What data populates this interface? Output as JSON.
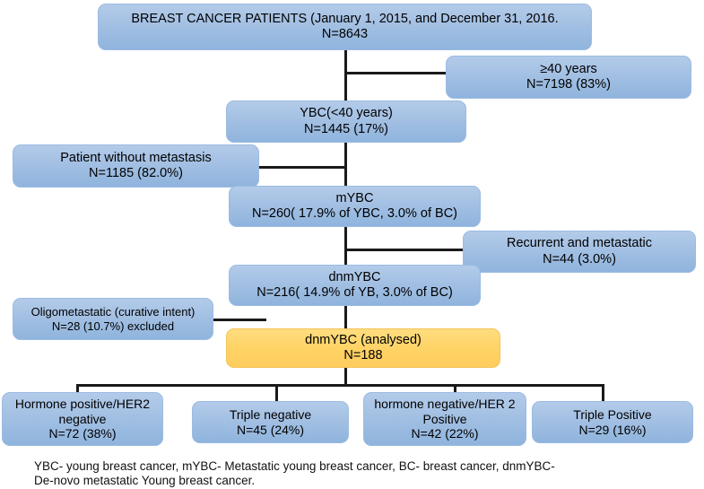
{
  "diagram": {
    "title": "Breast cancer patient cohort flow diagram",
    "accent_box_color": "#ffd366",
    "node_color": "#a3c0e3",
    "connector_color": "#1a1a1a",
    "nodes": {
      "all_patients": {
        "line1": "BREAST CANCER PATIENTS (January 1, 2015, and December 31, 2016.",
        "line2": "N=8643"
      },
      "over40": {
        "line1": "≥40 years",
        "line2": "N=7198 (83%)"
      },
      "ybc": {
        "line1": "YBC(<40 years)",
        "line2": "N=1445 (17%)"
      },
      "no_metastasis": {
        "line1": "Patient without metastasis",
        "line2": "N=1185 (82.0%)"
      },
      "mybc": {
        "line1": "mYBC",
        "line2": "N=260( 17.9% of YBC, 3.0% of BC)"
      },
      "recurrent": {
        "line1": "Recurrent and metastatic",
        "line2": "N=44 (3.0%)"
      },
      "dnmybc": {
        "line1": "dnmYBC",
        "line2": "N=216( 14.9% of YB, 3.0% of BC)"
      },
      "oligometastatic": {
        "line1": "Oligometastatic (curative intent)",
        "line2": "N=28 (10.7%) excluded"
      },
      "dnmybc_analysed": {
        "line1": "dnmYBC (analysed)",
        "line2": "N=188"
      },
      "subtype_hr_pos_her2_neg": {
        "line1": "Hormone positive/HER2",
        "line2": "negative",
        "line3": "N=72 (38%)"
      },
      "subtype_triple_negative": {
        "line1": "Triple negative",
        "line2": "N=45 (24%)"
      },
      "subtype_hr_neg_her2_pos": {
        "line1": "hormone negative/HER 2",
        "line2": "Positive",
        "line3": "N=42 (22%)"
      },
      "subtype_triple_positive": {
        "line1": "Triple Positive",
        "line2": "N=29 (16%)"
      }
    },
    "footnote": {
      "line1": "YBC- young breast cancer, mYBC- Metastatic young breast cancer, BC- breast cancer, dnmYBC-",
      "line2": "De-novo metastatic Young breast cancer."
    }
  }
}
